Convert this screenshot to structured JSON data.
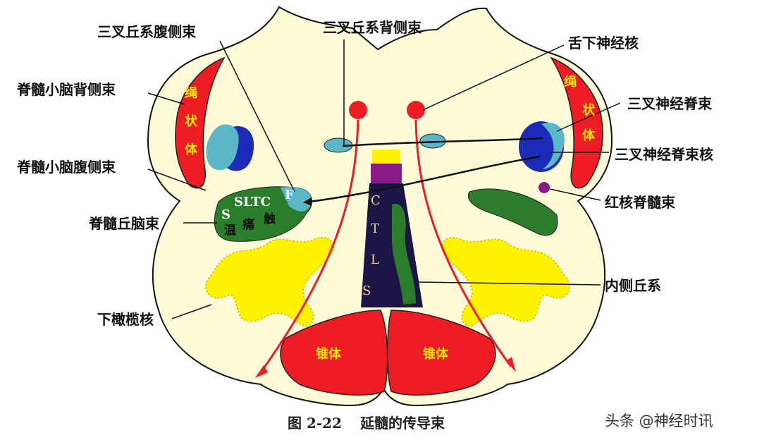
{
  "labels": {
    "trigeminal_lemniscus_ventral": "三叉丘系腹侧束",
    "trigeminal_lemniscus_dorsal": "三叉丘系背侧束",
    "hypoglossal_nucleus": "舌下神经核",
    "dorsal_spinocerebellar": "脊髓小脑背侧束",
    "spinal_trigeminal_tract": "三叉神经脊束",
    "spinal_trigeminal_nucleus": "三叉神经脊束核",
    "ventral_spinocerebellar": "脊髓小脑腹侧束",
    "rubrospinal": "红核脊髓束",
    "spinothalamic": "脊髓丘脑束",
    "medial_lemniscus": "内侧丘系",
    "inferior_olive": "下橄榄核"
  },
  "inner": {
    "restiform_left": [
      "绳",
      "状",
      "体"
    ],
    "restiform_right": [
      "绳",
      "状",
      "体"
    ],
    "pyramid_left": "锥体",
    "pyramid_right": "锥体",
    "stt_letters": "SLTC",
    "stt_f": "F",
    "stt_s": "S",
    "stt_warm": "温",
    "stt_pain": "痛",
    "stt_touch": "触",
    "ml_letters": [
      "C",
      "T",
      "L",
      "S"
    ]
  },
  "caption": {
    "number": "图 2-22",
    "title": "延髓的传导束"
  },
  "watermark": "头条 @神经时讯",
  "colors": {
    "background": "#fdfbd8",
    "red": "#ee1c24",
    "cyan": "#5bb7c7",
    "blue": "#1c2bb8",
    "green": "#2b7d2b",
    "yellow": "#fff200",
    "purple": "#8a1a86",
    "navy": "#1b1646"
  }
}
